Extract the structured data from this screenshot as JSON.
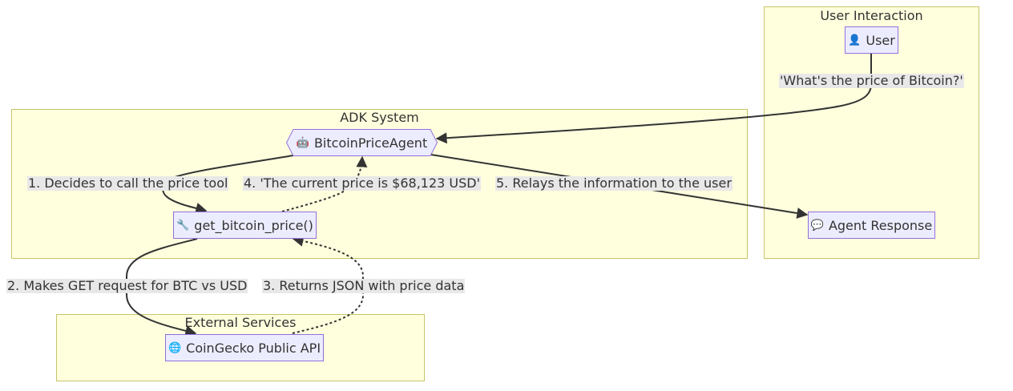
{
  "clusters": {
    "user": "User Interaction",
    "adk": "ADK System",
    "external": "External Services"
  },
  "nodes": {
    "user": {
      "icon": "person-icon",
      "glyph": "👤",
      "label": "User"
    },
    "agent": {
      "icon": "robot-icon",
      "glyph": "🤖",
      "label": "BitcoinPriceAgent"
    },
    "tool": {
      "icon": "wrench-icon",
      "glyph": "🔧",
      "label": "get_bitcoin_price()"
    },
    "response": {
      "icon": "speech-bubble-icon",
      "glyph": "💬",
      "label": "Agent Response"
    },
    "api": {
      "icon": "globe-icon",
      "glyph": "🌐",
      "label": "CoinGecko Public API"
    }
  },
  "edges": {
    "user_to_agent": "'What's the price of Bitcoin?'",
    "agent_to_tool": "1. Decides to call the price tool",
    "tool_to_api": "2. Makes GET request for BTC vs USD",
    "api_to_tool": "3. Returns JSON with price data",
    "tool_to_agent": "4. 'The current price is $68,123 USD'",
    "agent_to_response": "5. Relays the information to the user"
  },
  "colors": {
    "cluster_fill": "#ffffde",
    "cluster_border": "#c5c56a",
    "node_fill": "#ececff",
    "node_border": "#9370db",
    "edge": "#333333",
    "label_bg": "#e8e8e8"
  }
}
